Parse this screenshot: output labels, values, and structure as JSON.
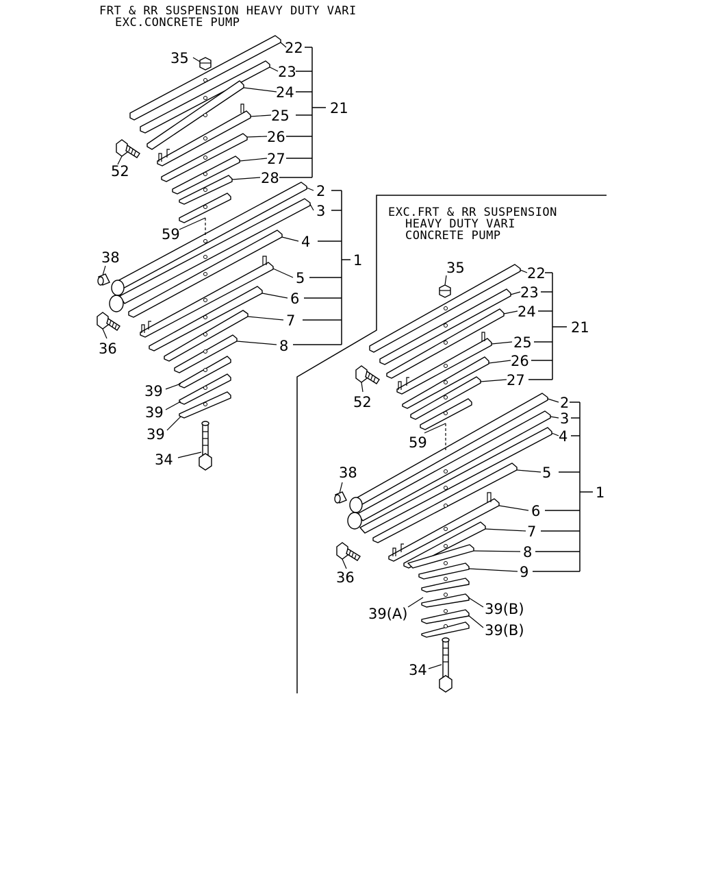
{
  "left_panel": {
    "header": [
      "FRT & RR SUSPENSION HEAVY DUTY VARI",
      "EXC.CONCRETE PUMP"
    ],
    "callouts": {
      "c35": "35",
      "c22": "22",
      "c23": "23",
      "c24": "24",
      "c25": "25",
      "c26": "26",
      "c27": "27",
      "c28": "28",
      "c21": "21",
      "c52": "52",
      "c59": "59",
      "c2": "2",
      "c3": "3",
      "c4": "4",
      "c1": "1",
      "c38": "38",
      "c5": "5",
      "c6": "6",
      "c7": "7",
      "c36": "36",
      "c8": "8",
      "c39a": "39",
      "c39b": "39",
      "c39c": "39",
      "c34": "34"
    }
  },
  "right_panel": {
    "header": [
      "EXC.FRT & RR SUSPENSION",
      "HEAVY DUTY VARI",
      "CONCRETE PUMP"
    ],
    "callouts": {
      "c35": "35",
      "c22": "22",
      "c23": "23",
      "c24": "24",
      "c25": "25",
      "c26": "26",
      "c27": "27",
      "c21": "21",
      "c52": "52",
      "c59": "59",
      "c2": "2",
      "c3": "3",
      "c4": "4",
      "c1": "1",
      "c38": "38",
      "c5": "5",
      "c6": "6",
      "c7": "7",
      "c8": "8",
      "c36": "36",
      "c9": "9",
      "c39a": "39(A)",
      "c39b": "39(B)",
      "c39c": "39(B)",
      "c34": "34"
    }
  }
}
